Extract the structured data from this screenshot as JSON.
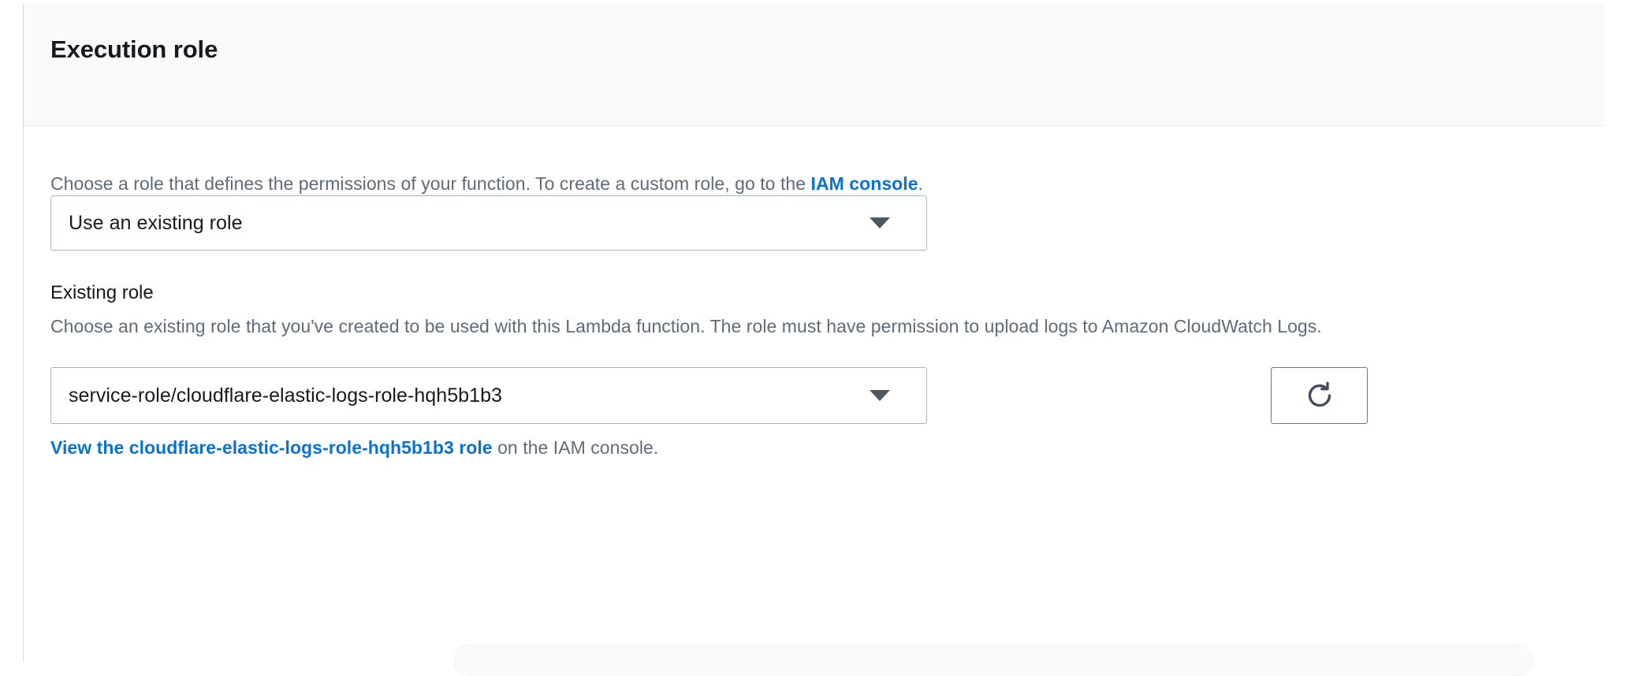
{
  "page": {
    "clipped_top_text": "· · · · · ·"
  },
  "panel": {
    "title": "Execution role"
  },
  "role_section": {
    "description_prefix": "Choose a role that defines the permissions of your function. To create a custom role, go to the ",
    "description_link": "IAM console",
    "description_suffix": ".",
    "role_select": {
      "name": "role-type-select",
      "value": "Use an existing role",
      "arrow_icon": "chevron-down-icon"
    }
  },
  "existing_role_section": {
    "label": "Existing role",
    "description": "Choose an existing role that you've created to be used with this Lambda function. The role must have permission to upload logs to Amazon CloudWatch Logs.",
    "existing_role_select": {
      "name": "existing-role-select",
      "value": "service-role/cloudflare-elastic-logs-role-hqh5b1b3",
      "arrow_icon": "chevron-down-icon"
    },
    "refresh_button": {
      "name": "refresh-roles-button",
      "icon": "refresh-icon",
      "title": "Refresh"
    },
    "view_role_link_text": "View the cloudflare-elastic-logs-role-hqh5b1b3 role",
    "view_role_suffix": " on the IAM console."
  },
  "colors": {
    "link": "#0972d3",
    "text_primary": "#16191f",
    "text_secondary": "#5f6b7a",
    "border": "#aab7b8",
    "header_bg": "#fafafa"
  }
}
